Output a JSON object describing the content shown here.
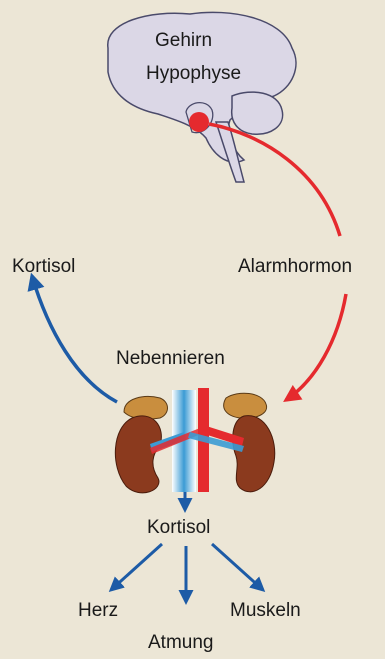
{
  "labels": {
    "brain": "Gehirn",
    "pituitary": "Hypophyse",
    "cortisol_top": "Kortisol",
    "alarm_hormone": "Alarmhormon",
    "adrenal_glands": "Nebennieren",
    "cortisol_bottom": "Kortisol",
    "heart": "Herz",
    "muscles": "Muskeln",
    "breathing": "Atmung"
  },
  "colors": {
    "background": "#ece6d6",
    "brain_fill": "#dbd7e6",
    "brain_outline": "#4a4a6a",
    "signal_red": "#e52a2e",
    "flow_blue": "#1d5ba6",
    "kidney": "#8b3a1e",
    "adrenal": "#c98e3e",
    "vein_blue": "#3b9bd4"
  }
}
